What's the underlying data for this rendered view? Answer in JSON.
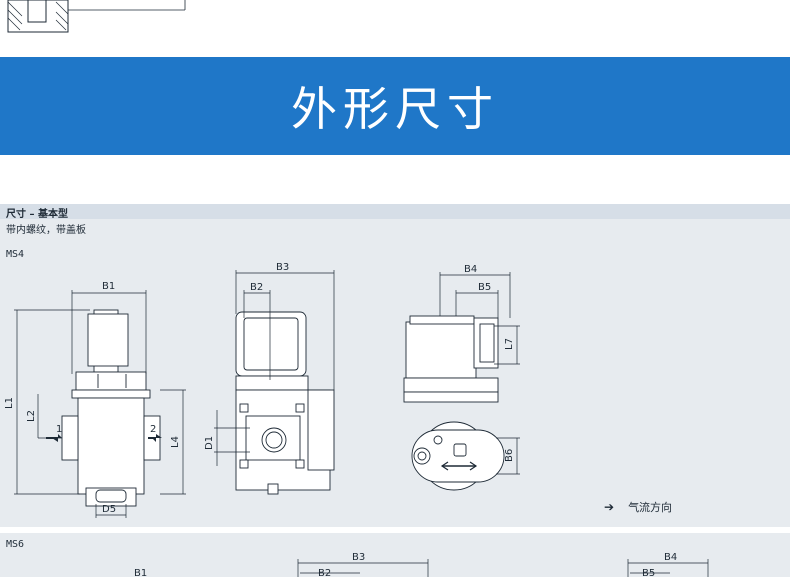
{
  "banner": {
    "title": "外形尺寸"
  },
  "section": {
    "title": "尺寸 – 基本型",
    "subtitle": "带内螺纹，带盖板"
  },
  "models": {
    "first": "MS4",
    "second": "MS6"
  },
  "dimensions": {
    "front": [
      "B1",
      "L1",
      "L2",
      "L4",
      "D5"
    ],
    "ports": [
      "1",
      "2"
    ],
    "side": [
      "B3",
      "B2",
      "D1"
    ],
    "top": [
      "B4",
      "B5",
      "L7",
      "B6"
    ],
    "second_row": [
      "B1",
      "B3",
      "B2",
      "B4",
      "B5"
    ]
  },
  "legend": {
    "arrow": "➔",
    "text": "气流方向"
  },
  "colors": {
    "banner": "#1f77c8",
    "panel": "#e7ebef",
    "panel_head": "#d6dee7",
    "line": "#1e2a36"
  }
}
